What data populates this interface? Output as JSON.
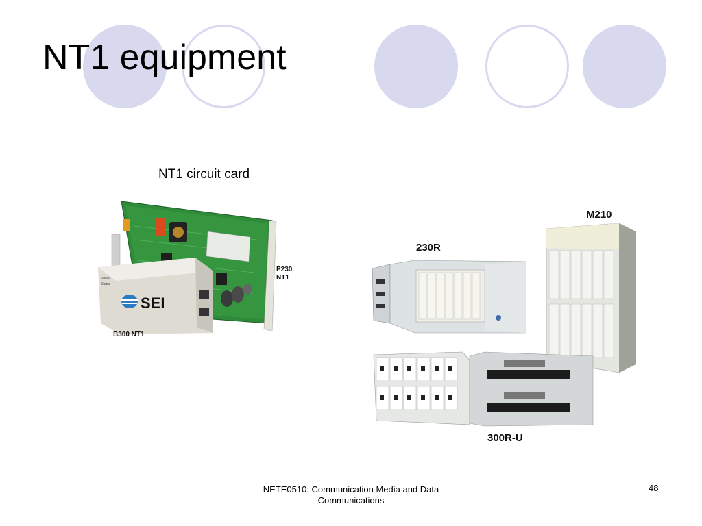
{
  "slide": {
    "title": "NT1 equipment",
    "caption": "NT1 circuit card",
    "footer_line1": "NETE0510: Communication Media and Data",
    "footer_line2": "Communications",
    "page_number": "48"
  },
  "photo_left": {
    "label_p230": "P230",
    "label_p230_nt1": "NT1",
    "label_b300": "B300 NT1",
    "sei_logo": "SEI",
    "led_power": "Power",
    "led_status": "Status"
  },
  "photo_right": {
    "label_230r": "230R",
    "label_m210": "M210",
    "label_300ru": "300R-U"
  },
  "colors": {
    "circle_fill": "#d8d8ef",
    "pcb_green": "#2f8a3a"
  }
}
